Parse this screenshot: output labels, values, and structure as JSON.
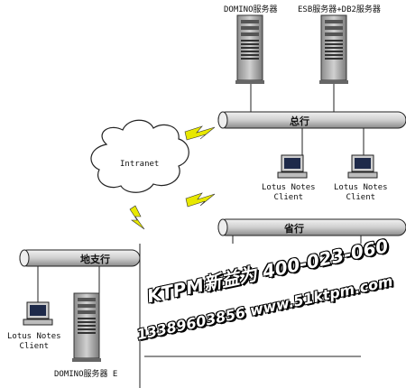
{
  "servers": {
    "domino_hq_label": "DOMINO服务器",
    "esb_db2_label": "ESB服务器+DB2服务器",
    "domino_branch_label": "DOMINO服务器 E"
  },
  "network": {
    "hq_bus_label": "总行",
    "intranet_label": "Intranet",
    "province_bus_label": "省行",
    "branch_bus_label": "地支行"
  },
  "clients": {
    "hq_client_1": {
      "line1": "Lotus Notes",
      "line2": "Client"
    },
    "hq_client_2": {
      "line1": "Lotus Notes",
      "line2": "Client"
    },
    "branch_client": {
      "line1": "Lotus Notes",
      "line2": "Client"
    }
  },
  "watermark": {
    "line1": "KTPM新益为  400-023-060",
    "line2": "13389603856  www.51ktpm.com"
  },
  "colors": {
    "bus_fill": "#d9d9d9",
    "server_body": "#b5b5b5",
    "lightning": "#e8e800",
    "watermark_bg": "#ffffff"
  }
}
